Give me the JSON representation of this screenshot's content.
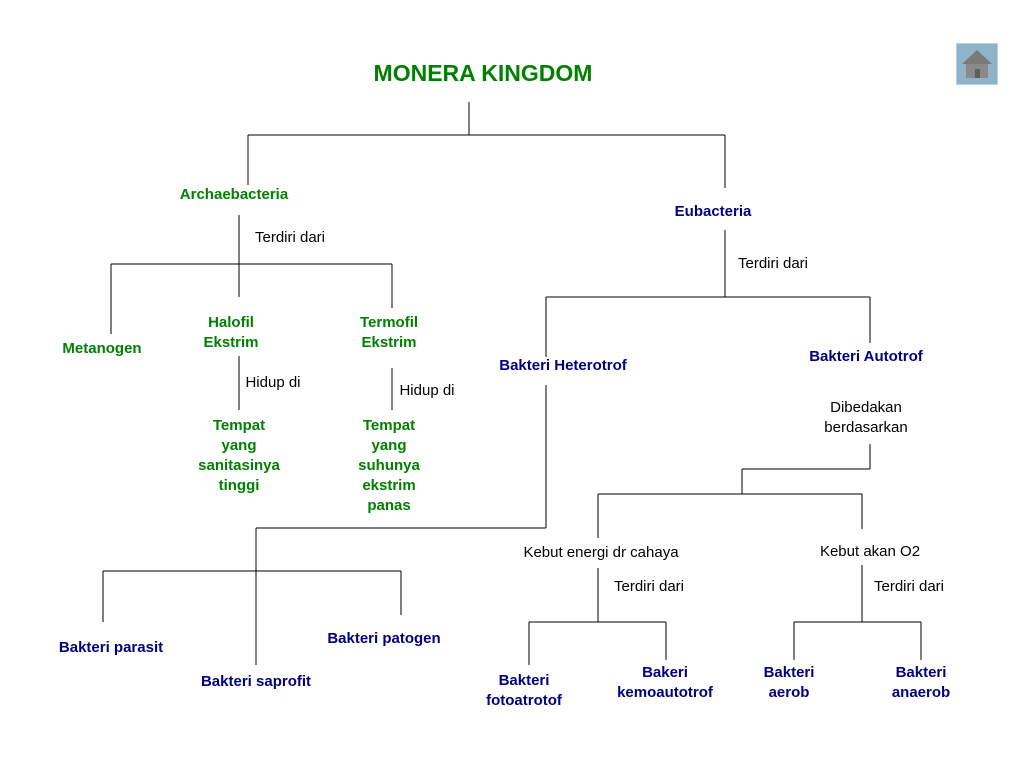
{
  "title": "MONERA KINGDOM",
  "nav": {
    "home_icon": "home-icon"
  },
  "colors": {
    "green": "#008000",
    "navy": "#000080",
    "line": "#000000",
    "home_button": "#8fb3c8"
  },
  "nodes": {
    "archaebacteria": "Archaebacteria",
    "eubacteria": "Eubacteria",
    "terdiri_dari_1": "Terdiri dari",
    "terdiri_dari_2": "Terdiri dari",
    "metanogen": "Metanogen",
    "halofil_ekstrim": [
      "Halofil",
      "Ekstrim"
    ],
    "termofil_ekstrim": [
      "Termofil",
      "Ekstrim"
    ],
    "hidup_di_1": "Hidup di",
    "hidup_di_2": "Hidup di",
    "tempat_sanitasi": [
      "Tempat",
      "yang",
      "sanitasinya",
      "tinggi"
    ],
    "tempat_suhu": [
      "Tempat",
      "yang",
      "suhunya",
      "ekstrim",
      "panas"
    ],
    "bakteri_heterotrof": "Bakteri Heterotrof",
    "bakteri_autotrof": "Bakteri Autotrof",
    "dibedakan": [
      "Dibedakan",
      "berdasarkan"
    ],
    "kebut_cahaya": "Kebut energi dr cahaya",
    "kebut_o2": "Kebut akan O2",
    "terdiri_dari_3": "Terdiri dari",
    "terdiri_dari_4": "Terdiri dari",
    "bakteri_parasit": "Bakteri parasit",
    "bakteri_saprofit": "Bakteri saprofit",
    "bakteri_patogen": "Bakteri patogen",
    "bakteri_fotoatrotof": [
      "Bakteri",
      "fotoatrotof"
    ],
    "bakeri_kemoautotrof": [
      "Bakeri",
      "kemoautotrof"
    ],
    "bakteri_aerob": [
      "Bakteri",
      "aerob"
    ],
    "bakteri_anaerob": [
      "Bakteri",
      "anaerob"
    ]
  }
}
